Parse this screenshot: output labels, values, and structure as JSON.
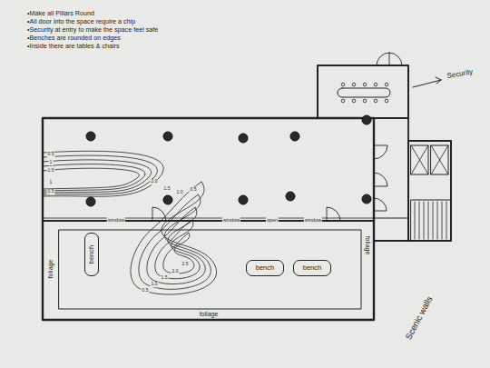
{
  "diagram": {
    "nodes": [
      {
        "text": [
          "bench"
        ]
      },
      {
        "text": [
          "bench"
        ]
      },
      {
        "text": [
          "bench"
        ]
      }
    ],
    "labels": [
      "•Make all Pillars Round",
      "•All door into the space require a chip",
      "•Security at entry to make the space feel safe",
      "•Benches are rounded on edges",
      "•Inside there are tables & chairs",
      "Security",
      "window",
      "window",
      "open",
      "window",
      "0.5",
      "1",
      "1.5",
      "1",
      "0.5",
      "2.0",
      "1.5",
      "1.0",
      "0.5",
      "0.5",
      "1.0",
      "1.5",
      "2.0",
      "2.5",
      "foliage",
      "foliage",
      "foliage",
      "Scenic walls"
    ]
  }
}
